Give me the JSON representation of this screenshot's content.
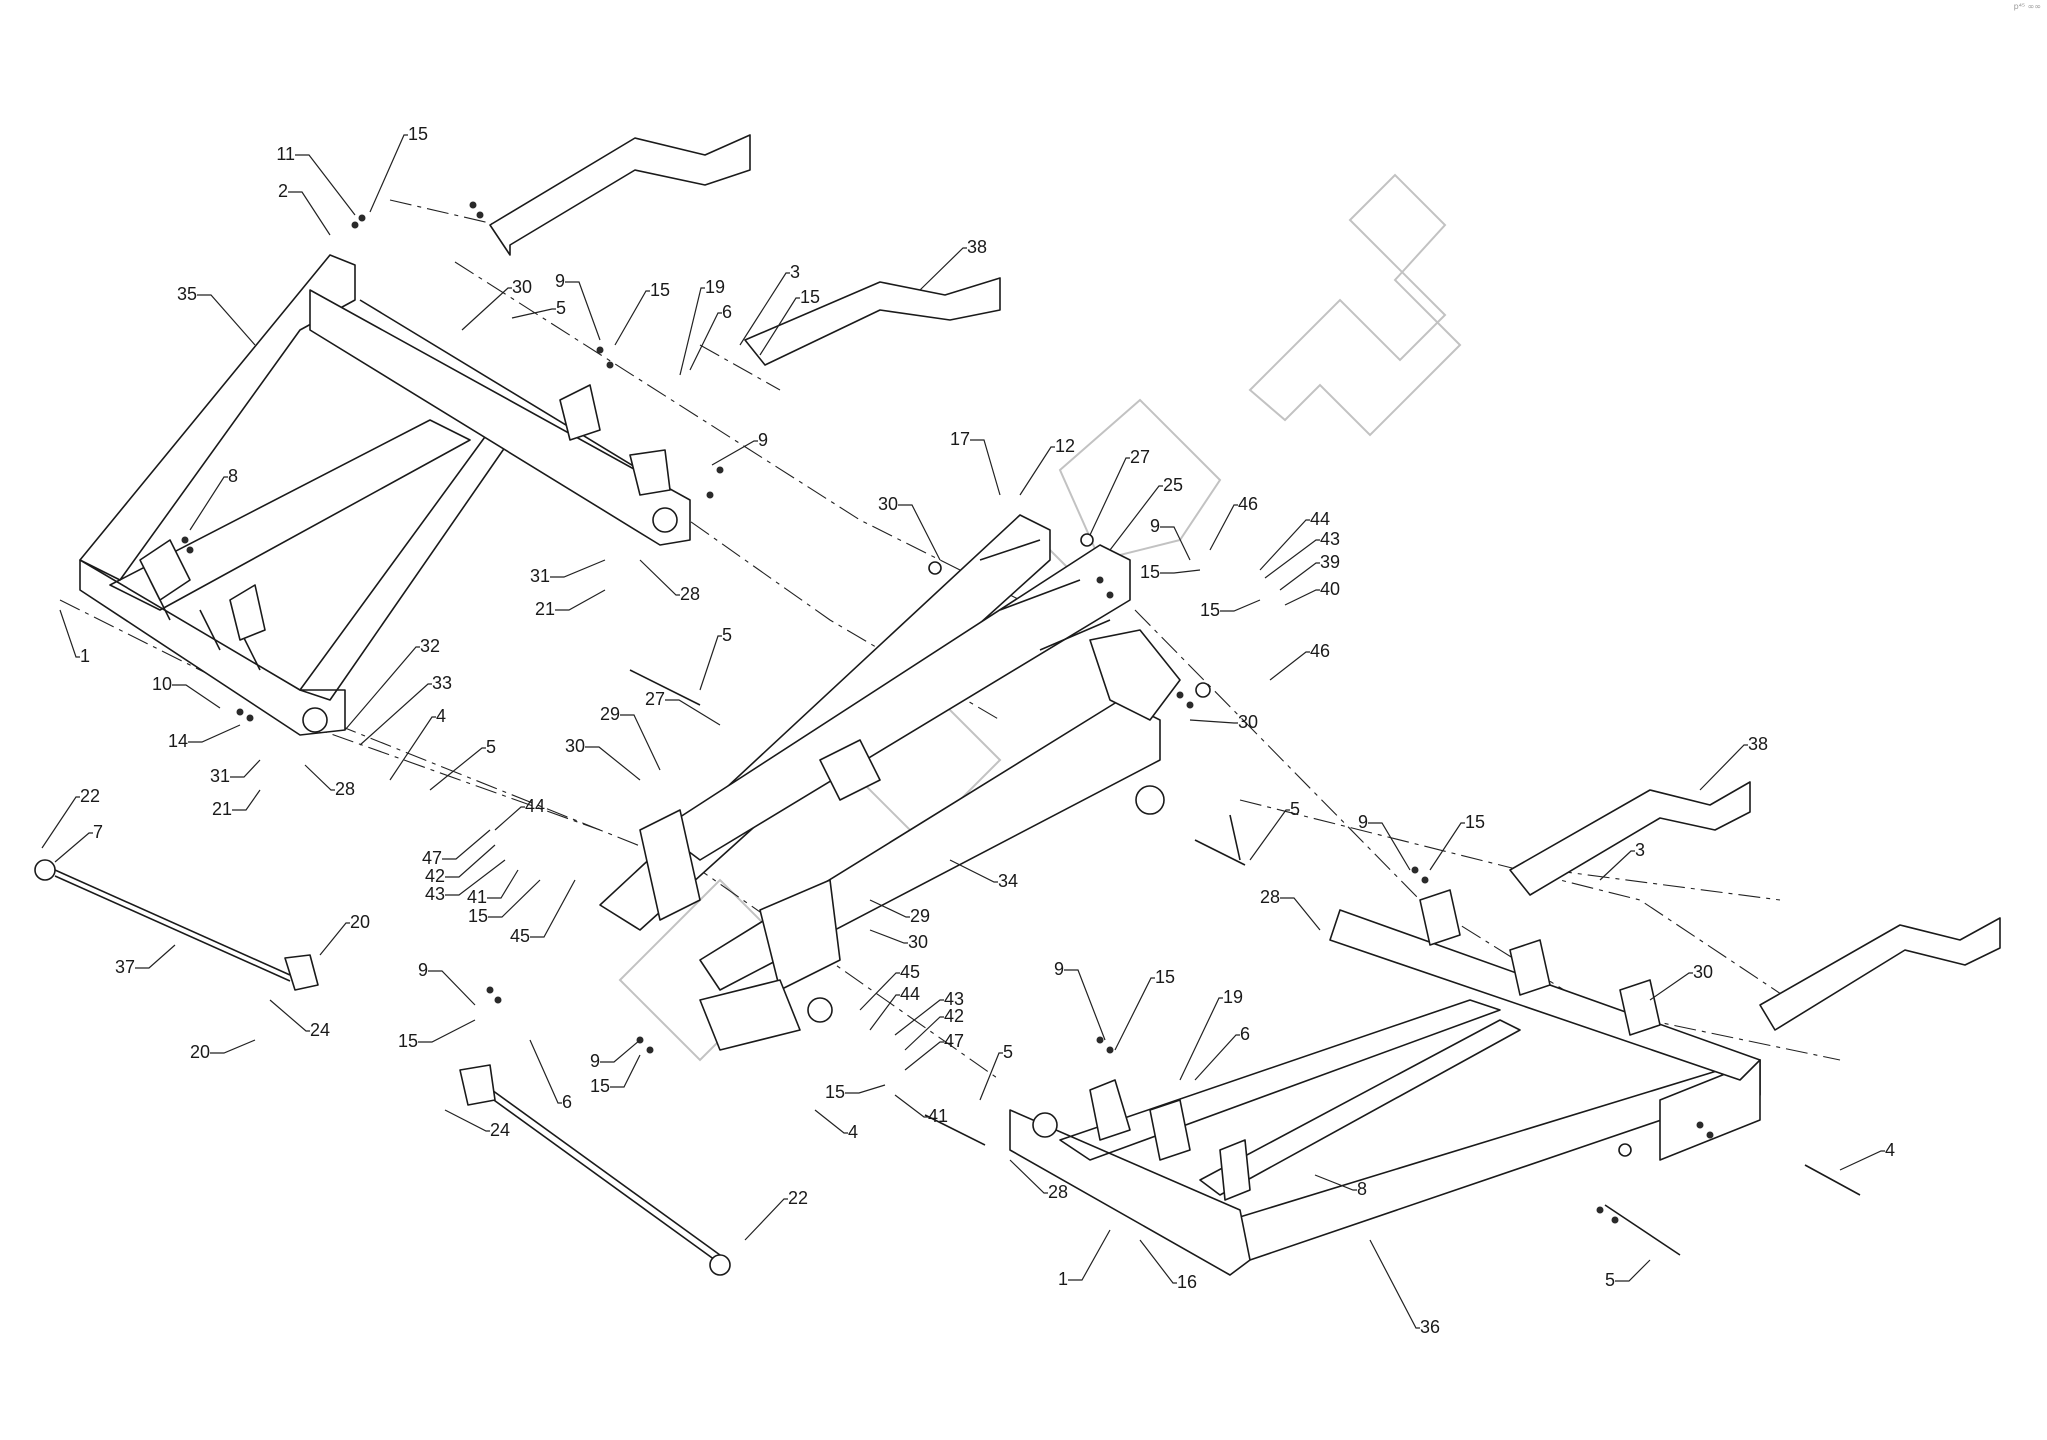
{
  "diagram": {
    "type": "exploded parts diagram",
    "corner_mark": "p⁴⁵ ∞∞",
    "callouts": [
      {
        "id": "c1a",
        "n": "1"
      },
      {
        "id": "c1b",
        "n": "1"
      },
      {
        "id": "c2",
        "n": "2"
      },
      {
        "id": "c3a",
        "n": "3"
      },
      {
        "id": "c3b",
        "n": "3"
      },
      {
        "id": "c4a",
        "n": "4"
      },
      {
        "id": "c4b",
        "n": "4"
      },
      {
        "id": "c4c",
        "n": "4"
      },
      {
        "id": "c5a",
        "n": "5"
      },
      {
        "id": "c5b",
        "n": "5"
      },
      {
        "id": "c5c",
        "n": "5"
      },
      {
        "id": "c5d",
        "n": "5"
      },
      {
        "id": "c5e",
        "n": "5"
      },
      {
        "id": "c5f",
        "n": "5"
      },
      {
        "id": "c6a",
        "n": "6"
      },
      {
        "id": "c6b",
        "n": "6"
      },
      {
        "id": "c6c",
        "n": "6"
      },
      {
        "id": "c7",
        "n": "7"
      },
      {
        "id": "c8a",
        "n": "8"
      },
      {
        "id": "c8b",
        "n": "8"
      },
      {
        "id": "c9a",
        "n": "9"
      },
      {
        "id": "c9b",
        "n": "9"
      },
      {
        "id": "c9c",
        "n": "9"
      },
      {
        "id": "c9d",
        "n": "9"
      },
      {
        "id": "c9e",
        "n": "9"
      },
      {
        "id": "c9f",
        "n": "9"
      },
      {
        "id": "c9g",
        "n": "9"
      },
      {
        "id": "c10",
        "n": "10"
      },
      {
        "id": "c11",
        "n": "11"
      },
      {
        "id": "c12",
        "n": "12"
      },
      {
        "id": "c14",
        "n": "14"
      },
      {
        "id": "c15a",
        "n": "15"
      },
      {
        "id": "c15b",
        "n": "15"
      },
      {
        "id": "c15c",
        "n": "15"
      },
      {
        "id": "c15d",
        "n": "15"
      },
      {
        "id": "c15e",
        "n": "15"
      },
      {
        "id": "c15f",
        "n": "15"
      },
      {
        "id": "c15g",
        "n": "15"
      },
      {
        "id": "c15h",
        "n": "15"
      },
      {
        "id": "c15i",
        "n": "15"
      },
      {
        "id": "c15j",
        "n": "15"
      },
      {
        "id": "c15k",
        "n": "15"
      },
      {
        "id": "c16",
        "n": "16"
      },
      {
        "id": "c17",
        "n": "17"
      },
      {
        "id": "c19a",
        "n": "19"
      },
      {
        "id": "c19b",
        "n": "19"
      },
      {
        "id": "c20a",
        "n": "20"
      },
      {
        "id": "c20b",
        "n": "20"
      },
      {
        "id": "c21a",
        "n": "21"
      },
      {
        "id": "c21b",
        "n": "21"
      },
      {
        "id": "c22a",
        "n": "22"
      },
      {
        "id": "c22b",
        "n": "22"
      },
      {
        "id": "c24a",
        "n": "24"
      },
      {
        "id": "c24b",
        "n": "24"
      },
      {
        "id": "c25",
        "n": "25"
      },
      {
        "id": "c27a",
        "n": "27"
      },
      {
        "id": "c27b",
        "n": "27"
      },
      {
        "id": "c28a",
        "n": "28"
      },
      {
        "id": "c28b",
        "n": "28"
      },
      {
        "id": "c28c",
        "n": "28"
      },
      {
        "id": "c28d",
        "n": "28"
      },
      {
        "id": "c29a",
        "n": "29"
      },
      {
        "id": "c29b",
        "n": "29"
      },
      {
        "id": "c30a",
        "n": "30"
      },
      {
        "id": "c30b",
        "n": "30"
      },
      {
        "id": "c30c",
        "n": "30"
      },
      {
        "id": "c30d",
        "n": "30"
      },
      {
        "id": "c30e",
        "n": "30"
      },
      {
        "id": "c30f",
        "n": "30"
      },
      {
        "id": "c31a",
        "n": "31"
      },
      {
        "id": "c31b",
        "n": "31"
      },
      {
        "id": "c32",
        "n": "32"
      },
      {
        "id": "c33",
        "n": "33"
      },
      {
        "id": "c34",
        "n": "34"
      },
      {
        "id": "c35",
        "n": "35"
      },
      {
        "id": "c36",
        "n": "36"
      },
      {
        "id": "c37",
        "n": "37"
      },
      {
        "id": "c38a",
        "n": "38"
      },
      {
        "id": "c38b",
        "n": "38"
      },
      {
        "id": "c39",
        "n": "39"
      },
      {
        "id": "c40",
        "n": "40"
      },
      {
        "id": "c41a",
        "n": "41"
      },
      {
        "id": "c41b",
        "n": "41"
      },
      {
        "id": "c42a",
        "n": "42"
      },
      {
        "id": "c42b",
        "n": "42"
      },
      {
        "id": "c43a",
        "n": "43"
      },
      {
        "id": "c43b",
        "n": "43"
      },
      {
        "id": "c43c",
        "n": "43"
      },
      {
        "id": "c44a",
        "n": "44"
      },
      {
        "id": "c44b",
        "n": "44"
      },
      {
        "id": "c44c",
        "n": "44"
      },
      {
        "id": "c45a",
        "n": "45"
      },
      {
        "id": "c45b",
        "n": "45"
      },
      {
        "id": "c46a",
        "n": "46"
      },
      {
        "id": "c46b",
        "n": "46"
      },
      {
        "id": "c47a",
        "n": "47"
      },
      {
        "id": "c47b",
        "n": "47"
      }
    ]
  }
}
